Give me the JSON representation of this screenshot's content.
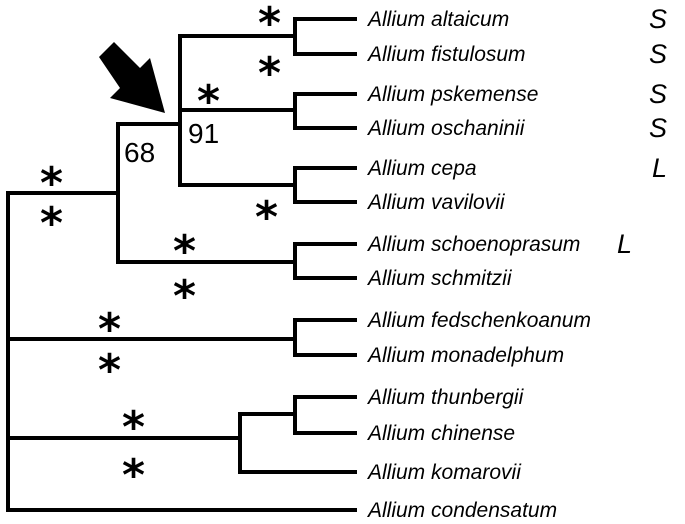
{
  "taxa": [
    {
      "name": "Allium altaicum",
      "tag": "S"
    },
    {
      "name": "Allium fistulosum",
      "tag": "S"
    },
    {
      "name": "Allium pskemense",
      "tag": "S"
    },
    {
      "name": "Allium oschaninii",
      "tag": "S"
    },
    {
      "name": "Allium cepa",
      "tag": "L"
    },
    {
      "name": "Allium vavilovii",
      "tag": ""
    },
    {
      "name": "Allium schoenoprasum",
      "tag": "L"
    },
    {
      "name": "Allium schmitzii",
      "tag": ""
    },
    {
      "name": "Allium fedschenkoanum",
      "tag": ""
    },
    {
      "name": "Allium monadelphum",
      "tag": ""
    },
    {
      "name": "Allium thunbergii",
      "tag": ""
    },
    {
      "name": "Allium chinense",
      "tag": ""
    },
    {
      "name": "Allium komarovii",
      "tag": ""
    },
    {
      "name": "Allium condensatum",
      "tag": ""
    }
  ],
  "support_values": {
    "node_a": "68",
    "node_b": "91"
  },
  "star_symbol": "*",
  "arrow_icon": "down-right-arrow"
}
